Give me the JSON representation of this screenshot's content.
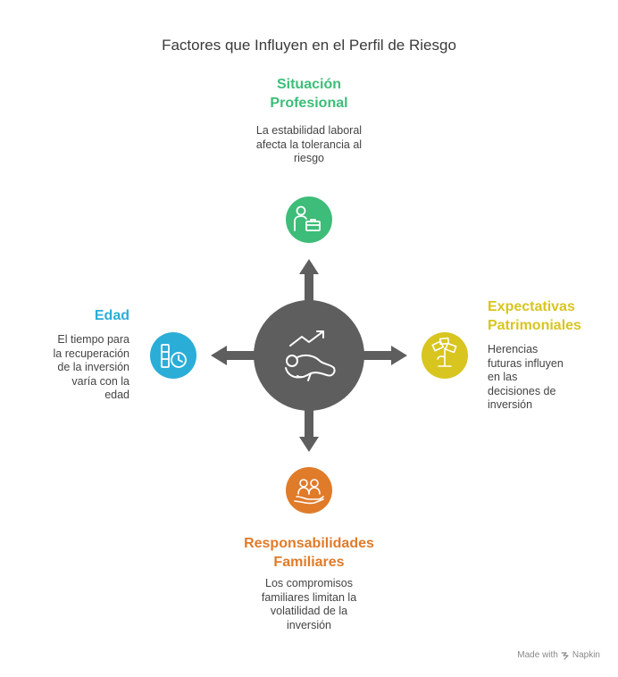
{
  "title": "Factores que Influyen en el Perfil de Riesgo",
  "factors": {
    "top": {
      "title": "Situación Profesional",
      "title_lines": [
        "Situación",
        "Profesional"
      ],
      "description_lines": [
        "La estabilidad laboral",
        "afecta la tolerancia al",
        "riesgo"
      ],
      "color": "#3dbd79",
      "icon": "professional-worker-briefcase-icon"
    },
    "left": {
      "title": "Edad",
      "title_lines": [
        "Edad"
      ],
      "description_lines": [
        "El tiempo para",
        "la recuperación",
        "de la inversión",
        "varía con la",
        "edad"
      ],
      "color": "#2aaed8",
      "icon": "age-clock-icon"
    },
    "right": {
      "title": "Expectativas Patrimoniales",
      "title_lines": [
        "Expectativas",
        "Patrimoniales"
      ],
      "description_lines": [
        "Herencias",
        "futuras influyen",
        "en las",
        "decisiones de",
        "inversión"
      ],
      "color": "#d8c51f",
      "icon": "money-plant-icon"
    },
    "bottom": {
      "title": "Responsabilidades Familiares",
      "title_lines": [
        "Responsabilidades",
        "Familiares"
      ],
      "description_lines": [
        "Los compromisos",
        "familiares limitan la",
        "volatilidad de la",
        "inversión"
      ],
      "color": "#e07b2a",
      "icon": "family-hand-icon"
    }
  },
  "center": {
    "color": "#5e5e5e",
    "icon": "relaxed-person-rising-chart-icon"
  },
  "arrow_color": "#5e5e5e",
  "watermark": {
    "prefix": "Made with",
    "brand": "Napkin",
    "icon": "napkin-logo-icon"
  }
}
